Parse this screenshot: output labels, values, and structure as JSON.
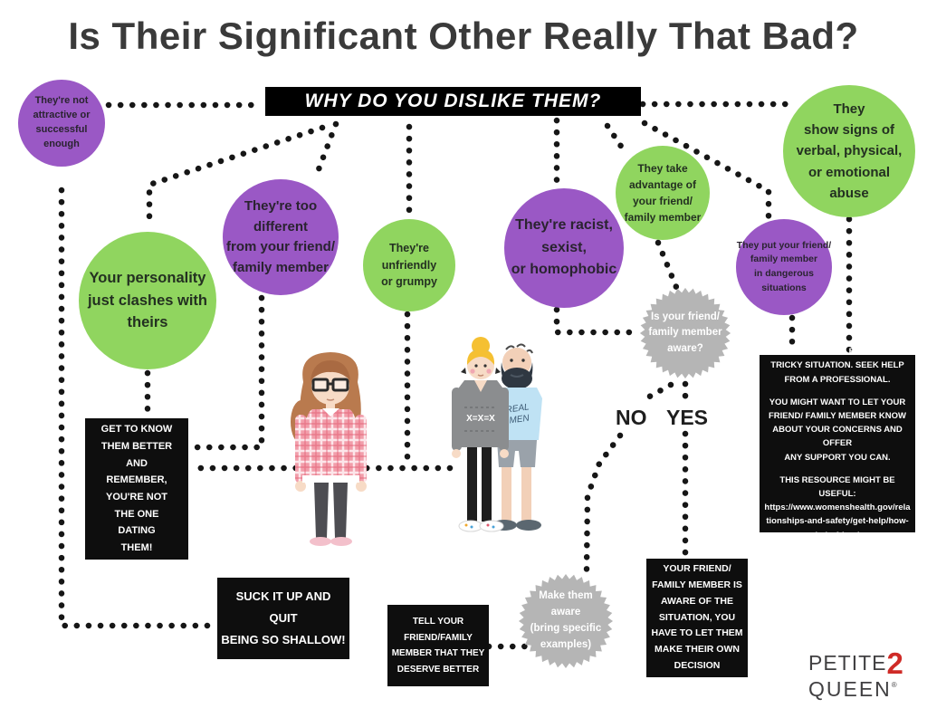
{
  "title": "Is Their Significant Other Really That Bad?",
  "banner": {
    "label": "WHY DO YOU DISLIKE THEM?"
  },
  "reasons": {
    "not_attractive": {
      "text": "They're not\nattractive or\nsuccessful\nenough",
      "color": "#9a58c5"
    },
    "personality": {
      "text": "Your personality\njust clashes with\ntheirs",
      "color": "#90d55f"
    },
    "too_different": {
      "text": "They're too\ndifferent\nfrom your friend/\nfamily member",
      "color": "#9a58c5"
    },
    "unfriendly": {
      "text": "They're\nunfriendly\nor grumpy",
      "color": "#90d55f"
    },
    "racist": {
      "text": "They're racist,\nsexist,\nor homophobic",
      "color": "#9a58c5"
    },
    "advantage": {
      "text": "They take\nadvantage of\nyour friend/\nfamily member",
      "color": "#90d55f"
    },
    "abuse": {
      "text": "They\nshow signs of\nverbal, physical,\nor emotional\nabuse",
      "color": "#90d55f"
    },
    "dangerous": {
      "text": "They put your friend/\nfamily member\nin dangerous\nsituations",
      "color": "#9a58c5"
    }
  },
  "decisions": {
    "aware": {
      "text": "Is your friend/\nfamily member\naware?",
      "color": "#b5b5b5"
    },
    "make_aware": {
      "text": "Make them aware\n(bring specific\nexamples)",
      "color": "#b5b5b5"
    }
  },
  "branch": {
    "no": "NO",
    "yes": "YES"
  },
  "outcomes": {
    "get_to_know": {
      "text": "GET TO KNOW\nTHEM BETTER\nAND\nREMEMBER,\nYOU'RE NOT\nTHE ONE\nDATING\nTHEM!"
    },
    "suck_it_up": {
      "text": "SUCK IT UP AND\nQUIT\nBEING SO SHALLOW!"
    },
    "deserve_better": {
      "text": "TELL  YOUR\nFRIEND/FAMILY\nMEMBER THAT THEY\nDESERVE BETTER"
    },
    "own_decision": {
      "text": "YOUR FRIEND/\nFAMILY MEMBER IS\nAWARE OF THE\nSITUATION, YOU\nHAVE TO LET THEM\nMAKE THEIR OWN\nDECISION"
    },
    "tricky": {
      "p1": "THIS CAN BE A\nTRICKY SITUATION. SEEK HELP\nFROM A PROFESSIONAL.",
      "p2": "YOU MIGHT WANT TO LET YOUR\nFRIEND/ FAMILY MEMBER KNOW\nABOUT YOUR CONCERNS AND OFFER\nANY SUPPORT YOU CAN.",
      "p3": "THIS RESOURCE MIGHT BE USEFUL:\nhttps://www.womenshealth.gov/rela\ntionships-and-safety/get-help/how-\nhelp-friend"
    }
  },
  "illustrations": {
    "sweater_text": "X=X=X",
    "shirt_line1": "REAL",
    "shirt_line2": "MEN"
  },
  "logo": {
    "word1": "PETITE",
    "digit": "2",
    "word2": "QUEEN",
    "reg": "®"
  },
  "colors": {
    "purple": "#9a58c5",
    "green": "#90d55f",
    "starburst_gray": "#b5b5b5",
    "box_black": "#0e0e0e",
    "banner_bg": "#000000",
    "banner_text": "#ffffff",
    "title_text": "#3a3a3a",
    "logo_red": "#cf2b27",
    "dot_line": "#161616"
  }
}
